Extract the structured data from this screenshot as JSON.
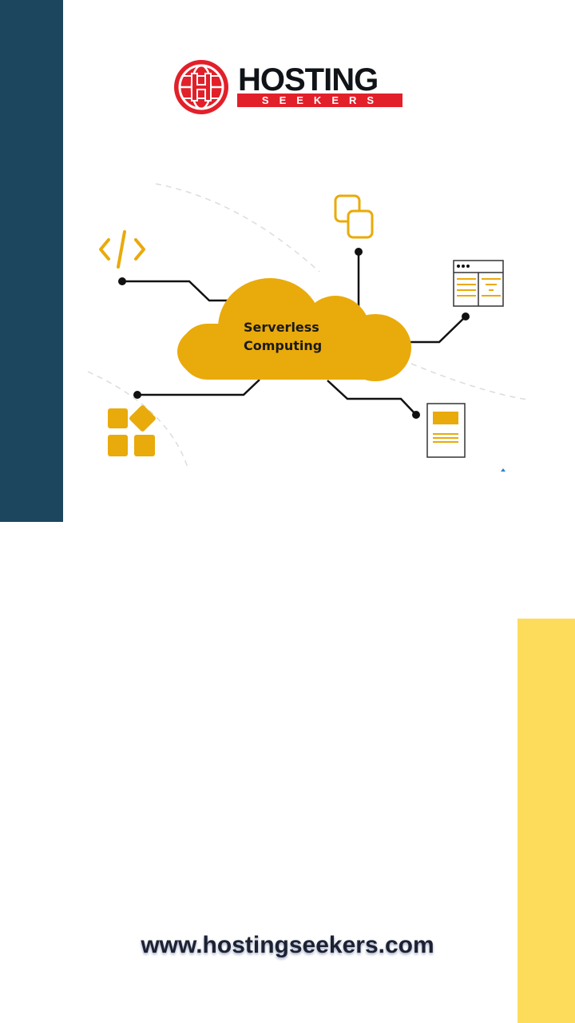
{
  "logo": {
    "main": "HOSTING",
    "sub": "SEEKERS"
  },
  "diagram": {
    "center_label_line1": "Serverless",
    "center_label_line2": "Computing"
  },
  "footer": {
    "url": "www.hostingseekers.com"
  },
  "colors": {
    "navy": "#1c455e",
    "yellow": "#fddc5c",
    "gold": "#e9aa0b",
    "brand_red": "#e2202a"
  },
  "icons": [
    "code-icon",
    "copy-icon",
    "browser-window-icon",
    "apps-icon",
    "document-icon"
  ]
}
